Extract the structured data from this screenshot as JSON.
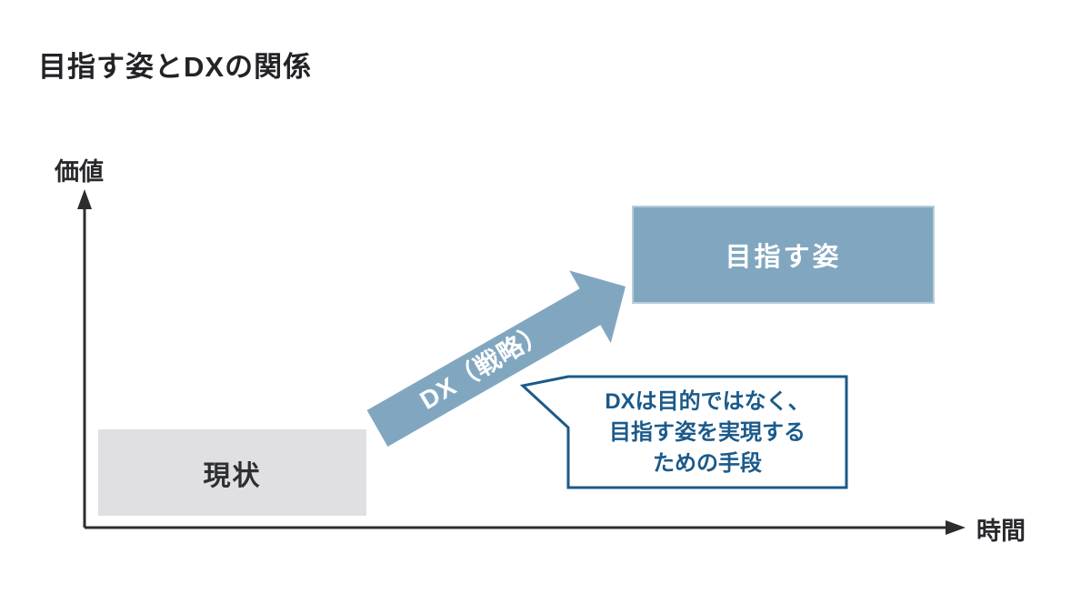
{
  "page": {
    "title": "目指す姿とDXの関係"
  },
  "diagram": {
    "y_axis_label": "価値",
    "x_axis_label": "時間",
    "current_box_label": "現状",
    "target_box_label": "目指す姿",
    "arrow_label": "DX（戦略）",
    "callout_lines": [
      "DXは目的ではなく、",
      "目指す姿を実現する",
      "ための手段"
    ],
    "colors": {
      "steel_blue": "#81A7C0",
      "steel_blue_border": "#B7CDDA",
      "dark_blue": "#1B5A8A",
      "light_gray": "#E0E0E2",
      "axis_dark": "#2D2D2D",
      "title_dark": "#222326"
    }
  }
}
